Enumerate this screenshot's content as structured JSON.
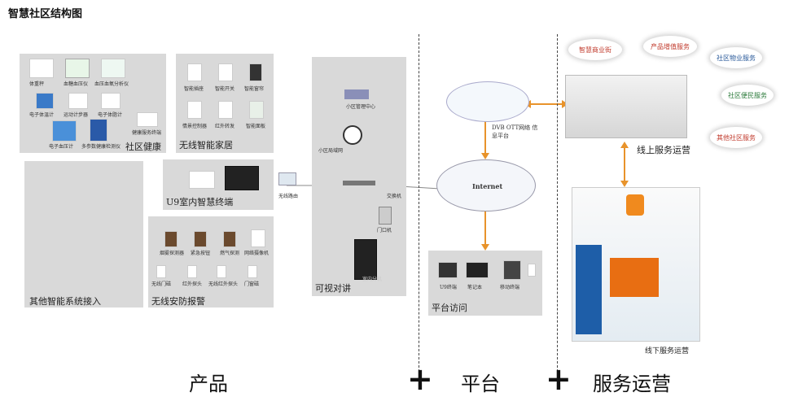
{
  "title": "智慧社区结构图",
  "products": {
    "health": {
      "label": "社区健康",
      "devices": [
        "体重秤",
        "血糖血压仪",
        "血压血氧分析仪",
        "电子体温计",
        "运动计步器",
        "电子体脂计",
        "电子血压计",
        "多参数健康检测仪",
        "健康服务终端"
      ]
    },
    "smarthome": {
      "label": "无线智能家居",
      "devices": [
        "智能插座",
        "智能开关",
        "智能窗帘",
        "情景控制器",
        "红外转发",
        "智能面板"
      ]
    },
    "indoor": {
      "label": "U9室内智慧终端"
    },
    "other": {
      "label": "其他智能系统接入"
    },
    "security": {
      "label": "无线安防报警",
      "devices": [
        "烟雾探测器",
        "紧急按钮",
        "燃气探测",
        "网络摄像机",
        "无线门磁",
        "红外探头",
        "无线红外探头",
        "门窗磁"
      ]
    },
    "intercom": {
      "label": "可视对讲",
      "items": [
        "小区管理中心",
        "小区局域网",
        "门口机",
        "室内分机"
      ],
      "router": "无线路由",
      "switch": "交换机"
    }
  },
  "platform": {
    "cloud_text": "DVB OTT网络 信息平台",
    "internet": "Internet",
    "access_label": "平台访问",
    "access_devices": [
      "U9终端",
      "笔记本",
      "移动终端"
    ]
  },
  "service": {
    "bubbles": [
      "智慧商业街",
      "产品增值服务",
      "社区物业服务",
      "社区便民服务",
      "其他社区服务"
    ],
    "online_label": "线上服务运营",
    "offline_label": "线下服务运营"
  },
  "bottom": {
    "products": "产品",
    "platform": "平台",
    "service": "服务运营",
    "plus": "+"
  },
  "colors": {
    "panel": "#d9d9d9",
    "accent_orange": "#e8932b",
    "wifi_purple": "#9b3aa8"
  }
}
